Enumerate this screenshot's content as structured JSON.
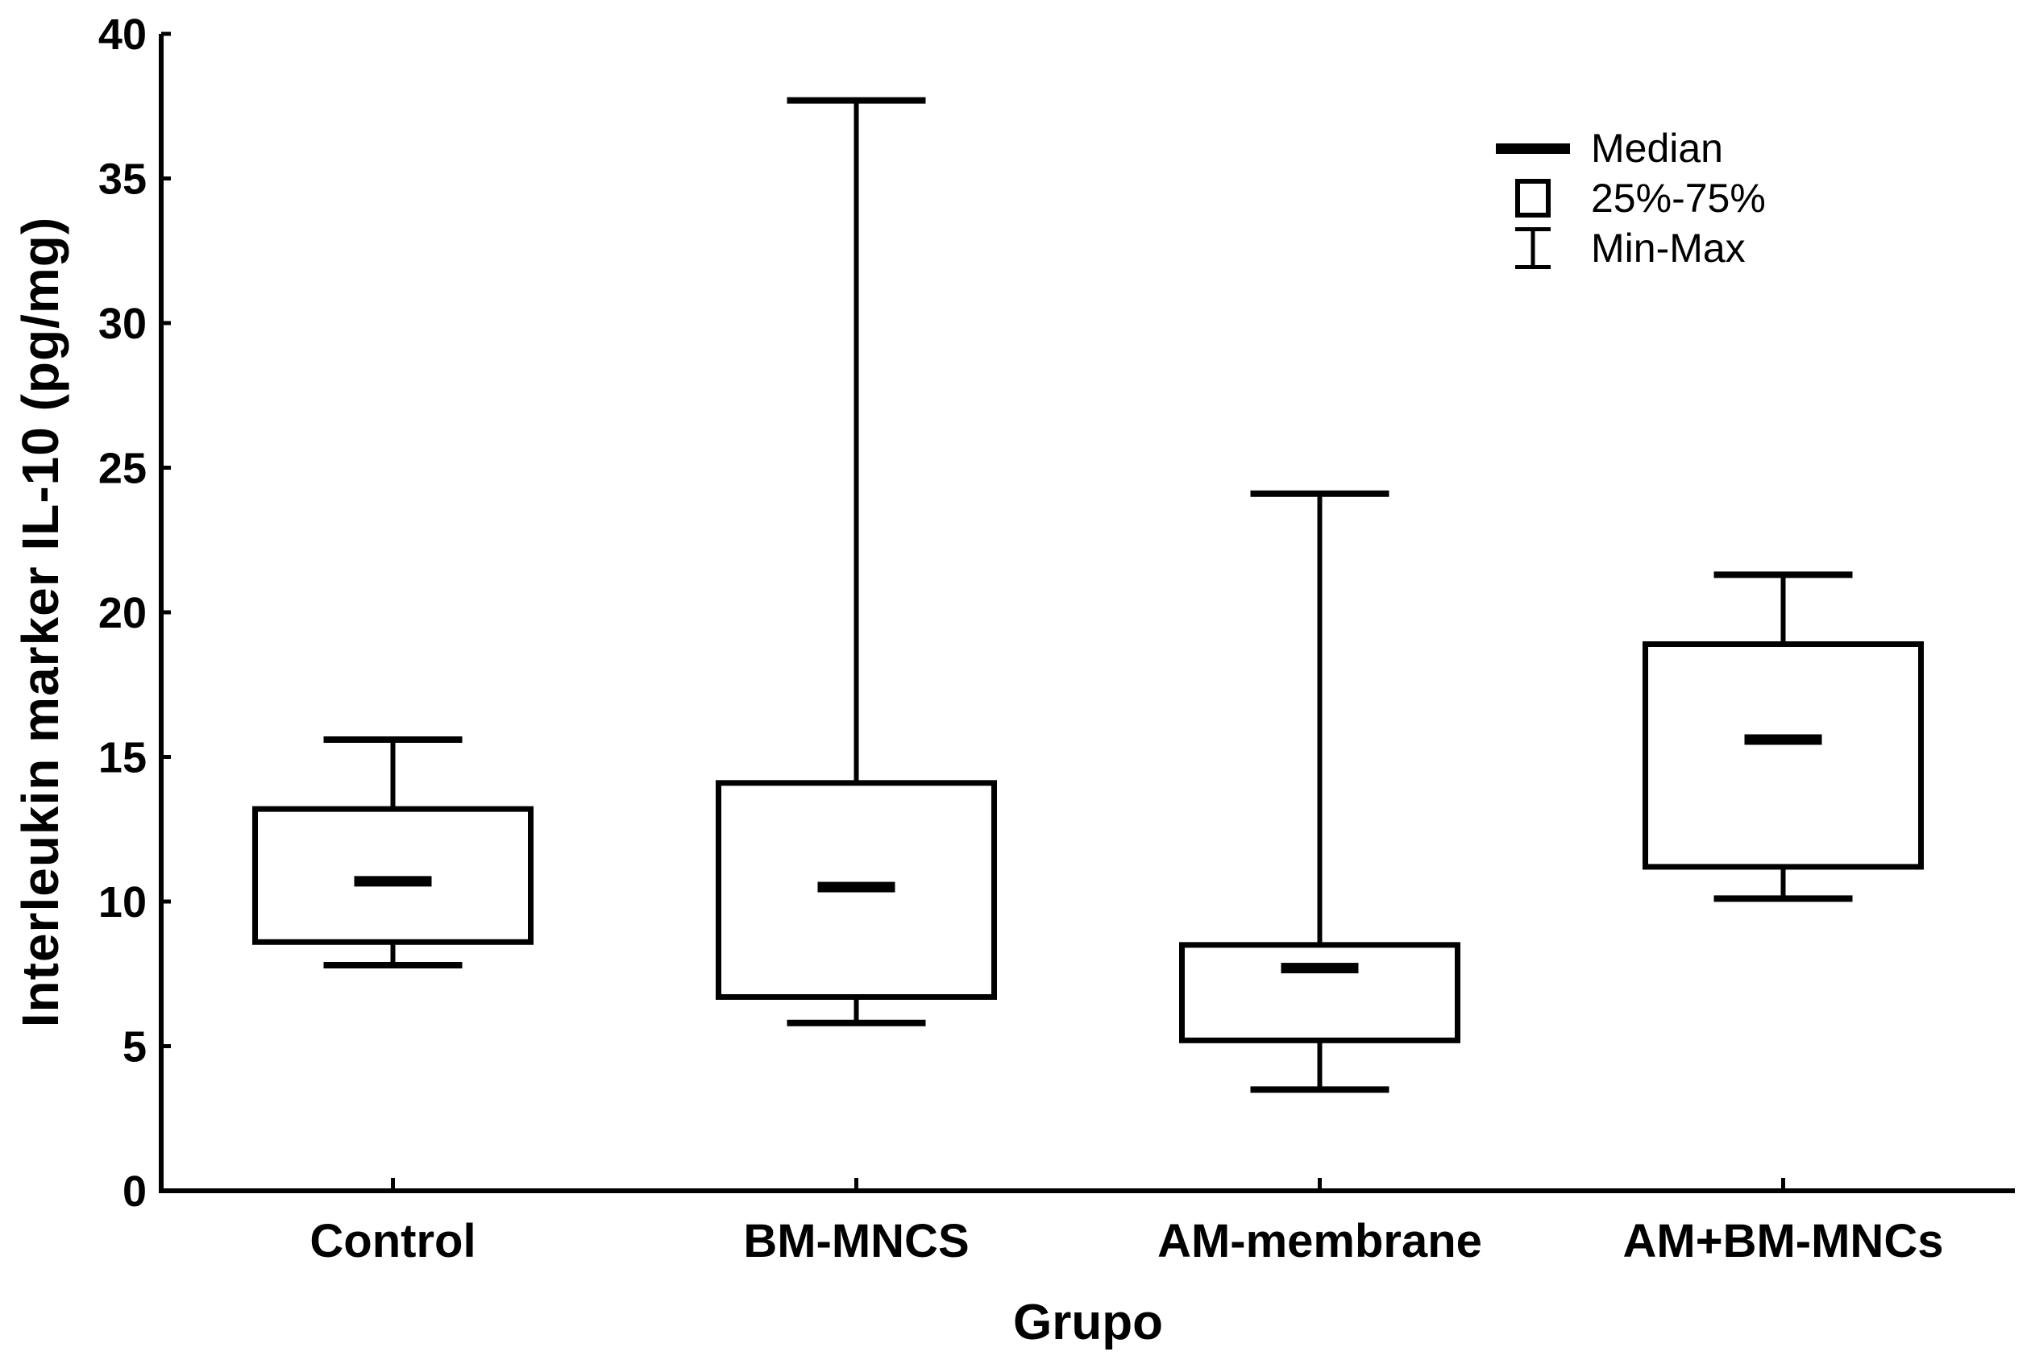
{
  "axes": {
    "x_title": "Grupo",
    "y_title": "Interleukin marker IL-10 (pg/mg)"
  },
  "legend": {
    "median": "Median",
    "box": "25%-75%",
    "minmax": "Min-Max"
  },
  "chart_data": {
    "type": "box",
    "title": "",
    "xlabel": "Grupo",
    "ylabel": "Interleukin marker IL-10 (pg/mg)",
    "categories": [
      "Control",
      "BM-MNCS",
      "AM-membrane",
      "AM+BM-MNCs"
    ],
    "series": [
      {
        "name": "Control",
        "min": 7.8,
        "q1": 8.6,
        "median": 10.7,
        "q3": 13.2,
        "max": 15.6
      },
      {
        "name": "BM-MNCS",
        "min": 5.8,
        "q1": 6.7,
        "median": 10.5,
        "q3": 14.1,
        "max": 37.7
      },
      {
        "name": "AM-membrane",
        "min": 3.5,
        "q1": 5.2,
        "median": 7.7,
        "q3": 8.5,
        "max": 24.1
      },
      {
        "name": "AM+BM-MNCs",
        "min": 10.1,
        "q1": 11.2,
        "median": 15.6,
        "q3": 18.9,
        "max": 21.3
      }
    ],
    "ylim": [
      0,
      40
    ],
    "yticks": [
      0,
      5,
      10,
      15,
      20,
      25,
      30,
      35,
      40
    ],
    "grid": false,
    "legend_position": "top-right",
    "legend_entries": [
      "Median",
      "25%-75%",
      "Min-Max"
    ],
    "colors": {
      "foreground": "#000000",
      "background": "#ffffff"
    }
  }
}
